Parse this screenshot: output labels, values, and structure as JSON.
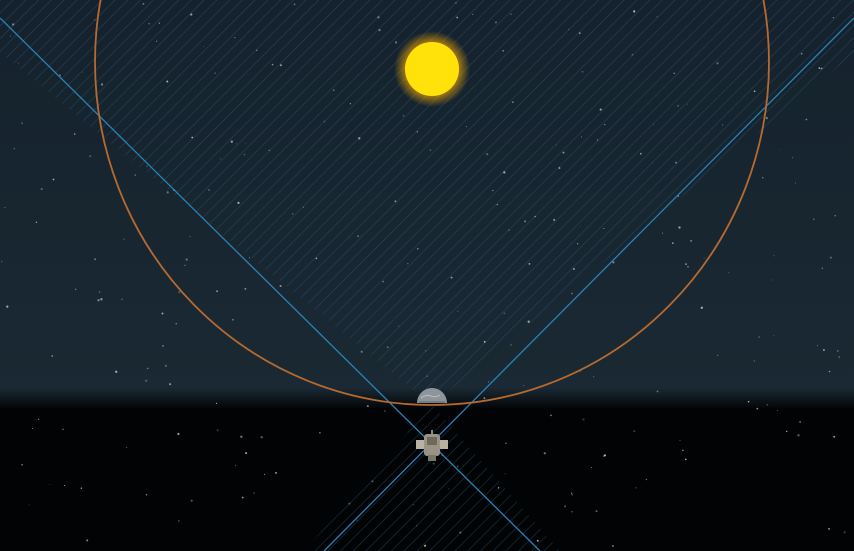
{
  "diagram": {
    "objects": [
      "sun",
      "earth",
      "spacecraft"
    ],
    "elements": [
      "orbit-path",
      "shadow-cone",
      "star-field"
    ]
  },
  "colors": {
    "sky_upper": "#15222d",
    "sky_lower": "#1a2933",
    "space_dark": "#020304",
    "orbit": "#b8692f",
    "cone_line": "#2a82b5",
    "cone_hatch": "#2c5f7a",
    "sun_core": "#ffe20a",
    "sun_glow": "#ffb000",
    "earth": "#8d949a",
    "spacecraft": "#b9b2a2",
    "stars": "#c8d2dc"
  },
  "icons": {
    "sun": "sun-icon",
    "earth": "earth-icon",
    "spacecraft": "spacecraft-icon"
  }
}
